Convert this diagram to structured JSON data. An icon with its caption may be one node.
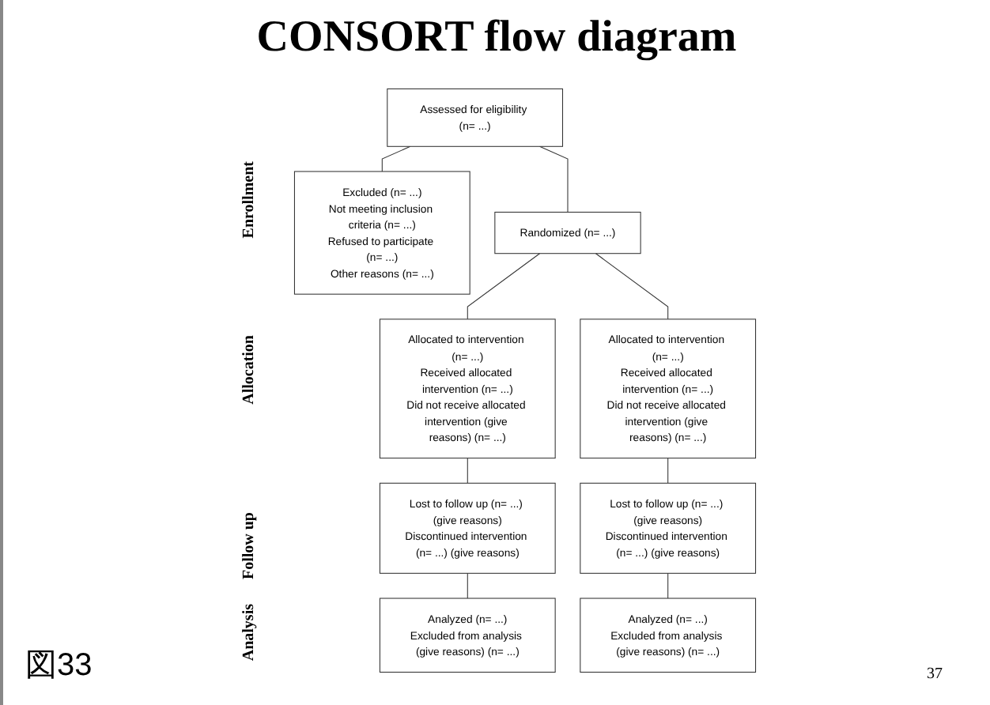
{
  "diagram": {
    "title": "CONSORT flow diagram",
    "caption": "図33",
    "nodes": [
      {
        "text": [
          "Assessed for eligibility (n= ...)"
        ]
      },
      {
        "text": [
          "Excluded (n= ...)",
          "Not meeting inclusion criteria (n= ...)",
          "Refused to participate (n= ...)",
          "Other reasons (n= ...)"
        ]
      },
      {
        "text": [
          "Randomized (n= ...)"
        ]
      },
      {
        "text": [
          "Allocated to intervention (n= ...)",
          "Received allocated intervention (n= ...)",
          "Did not receive allocated intervention (give reasons) (n= ...)"
        ]
      },
      {
        "text": [
          "Allocated to intervention (n= ...)",
          "Received allocated intervention (n= ...)",
          "Did not receive allocated intervention (give reasons) (n= ...)"
        ]
      },
      {
        "text": [
          "Lost to follow up (n= ...) (give reasons)",
          "Discontinued intervention (n= ...) (give reasons)"
        ]
      },
      {
        "text": [
          "Lost to follow up (n= ...) (give reasons)",
          "Discontinued intervention (n= ...) (give reasons)"
        ]
      },
      {
        "text": [
          "Analyzed (n= ...)",
          "Excluded from analysis (give reasons) (n= ...)"
        ]
      },
      {
        "text": [
          "Analyzed (n= ...)",
          "Excluded from analysis (give reasons) (n= ...)"
        ]
      }
    ],
    "edges": [
      {
        "from": 0,
        "to": 1,
        "arrow": "none"
      },
      {
        "from": 0,
        "to": 2,
        "arrow": "none"
      },
      {
        "from": 2,
        "to": 3,
        "arrow": "none"
      },
      {
        "from": 2,
        "to": 4,
        "arrow": "none"
      },
      {
        "from": 3,
        "to": 5,
        "arrow": "none"
      },
      {
        "from": 4,
        "to": 6,
        "arrow": "none"
      },
      {
        "from": 5,
        "to": 7,
        "arrow": "none"
      },
      {
        "from": 6,
        "to": 8,
        "arrow": "none"
      }
    ],
    "labels": [
      "Enrollment",
      "Allocation",
      "Follow up",
      "Analysis",
      "37"
    ]
  }
}
